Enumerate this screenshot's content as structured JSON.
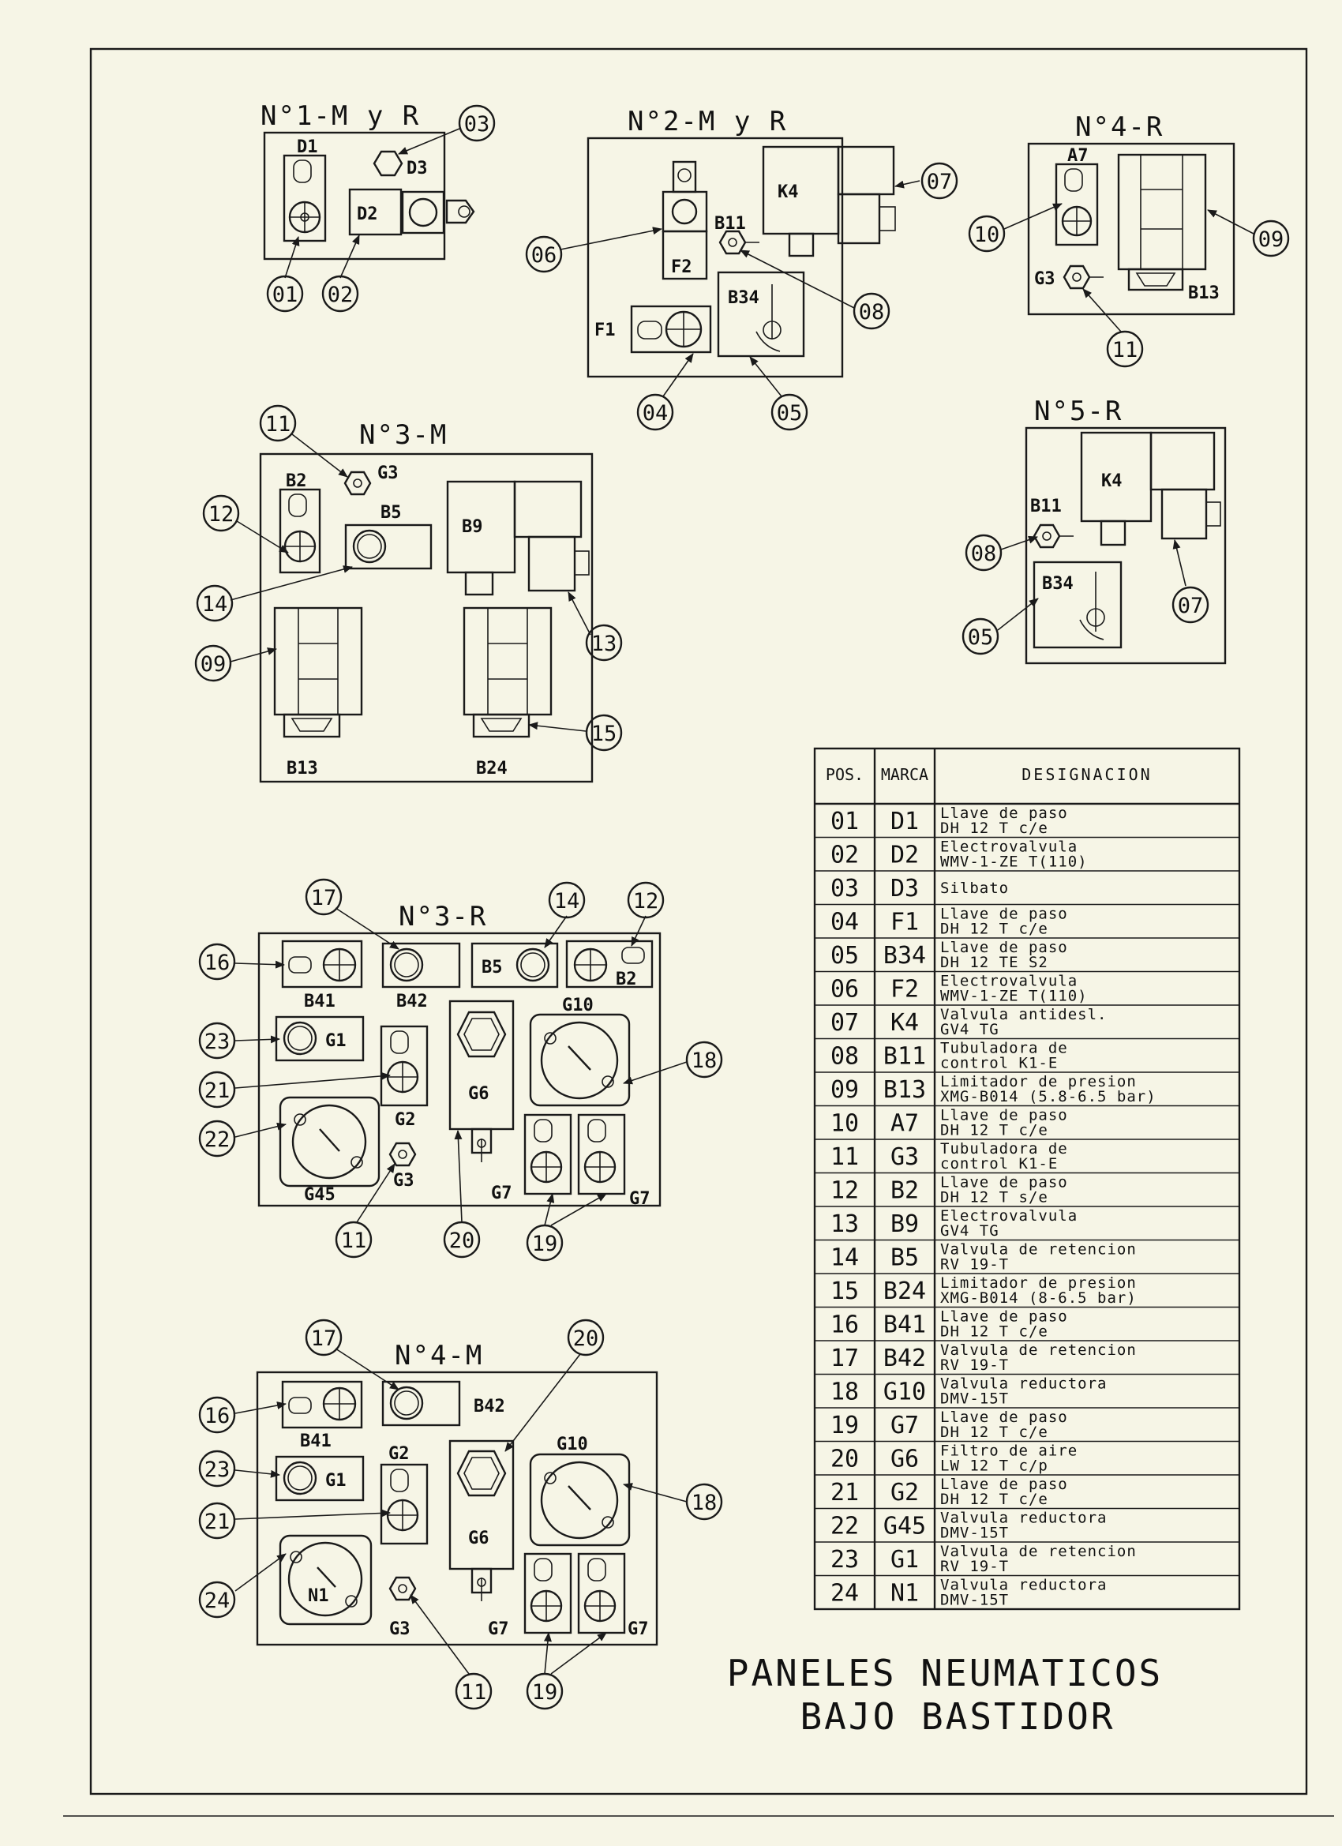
{
  "panels": {
    "p1": {
      "title": "N°1-M y R",
      "labels": {
        "d1": "D1",
        "d2": "D2",
        "d3": "D3"
      },
      "callouts": {
        "c03": "03",
        "c01": "01",
        "c02": "02"
      }
    },
    "p2": {
      "title": "N°2-M y R",
      "labels": {
        "k4": "K4",
        "f2": "F2",
        "b11": "B11",
        "b34": "B34",
        "f1": "F1"
      },
      "callouts": {
        "c07": "07",
        "c06": "06",
        "c08": "08",
        "c04": "04",
        "c05": "05"
      }
    },
    "p4r": {
      "title": "N°4-R",
      "labels": {
        "a7": "A7",
        "g3": "G3",
        "b13": "B13"
      },
      "callouts": {
        "c10": "10",
        "c09": "09",
        "c11": "11"
      }
    },
    "p3m": {
      "title": "N°3-M",
      "labels": {
        "g3": "G3",
        "b2": "B2",
        "b5": "B5",
        "b9": "B9",
        "b13": "B13",
        "b24": "B24"
      },
      "callouts": {
        "c11": "11",
        "c12": "12",
        "c14": "14",
        "c09": "09",
        "c13": "13",
        "c15": "15"
      }
    },
    "p5r": {
      "title": "N°5-R",
      "labels": {
        "k4": "K4",
        "b11": "B11",
        "b34": "B34"
      },
      "callouts": {
        "c08": "08",
        "c05": "05",
        "c07": "07"
      }
    },
    "p3r": {
      "title": "N°3-R",
      "labels": {
        "b41": "B41",
        "b42": "B42",
        "b5": "B5",
        "b2": "B2",
        "g1": "G1",
        "g10": "G10",
        "g6": "G6",
        "g2": "G2",
        "g3": "G3",
        "g45": "G45",
        "g7a": "G7",
        "g7b": "G7"
      },
      "callouts": {
        "c17": "17",
        "c14": "14",
        "c12": "12",
        "c16": "16",
        "c23": "23",
        "c18": "18",
        "c21": "21",
        "c22": "22",
        "c11": "11",
        "c20": "20",
        "c19": "19"
      }
    },
    "p4m": {
      "title": "N°4-M",
      "labels": {
        "b41": "B41",
        "b42": "B42",
        "g10": "G10",
        "g1": "G1",
        "g2": "G2",
        "g6": "G6",
        "n1": "N1",
        "g3": "G3",
        "g7a": "G7",
        "g7b": "G7"
      },
      "callouts": {
        "c17": "17",
        "c20": "20",
        "c16": "16",
        "c23": "23",
        "c18": "18",
        "c21": "21",
        "c24": "24",
        "c11": "11",
        "c19": "19"
      }
    }
  },
  "table": {
    "headers": {
      "pos": "POS.",
      "marca": "MARCA",
      "designacion": "DESIGNACION"
    },
    "rows": [
      {
        "pos": "01",
        "marca": "D1",
        "line1": "Llave de paso",
        "line2": "DH 12 T c/e"
      },
      {
        "pos": "02",
        "marca": "D2",
        "line1": "Electrovalvula",
        "line2": "WMV-1-ZE T(110)"
      },
      {
        "pos": "03",
        "marca": "D3",
        "line1": "Silbato",
        "line2": ""
      },
      {
        "pos": "04",
        "marca": "F1",
        "line1": "Llave de paso",
        "line2": "DH 12 T c/e"
      },
      {
        "pos": "05",
        "marca": "B34",
        "line1": "Llave de paso",
        "line2": "DH 12 TE S2"
      },
      {
        "pos": "06",
        "marca": "F2",
        "line1": "Electrovalvula",
        "line2": "WMV-1-ZE T(110)"
      },
      {
        "pos": "07",
        "marca": "K4",
        "line1": "Valvula antidesl.",
        "line2": "GV4 TG"
      },
      {
        "pos": "08",
        "marca": "B11",
        "line1": "Tubuladora de",
        "line2": "control K1-E"
      },
      {
        "pos": "09",
        "marca": "B13",
        "line1": "Limitador de presion",
        "line2": "XMG-B014 (5.8-6.5 bar)"
      },
      {
        "pos": "10",
        "marca": "A7",
        "line1": "Llave de paso",
        "line2": "DH 12 T c/e"
      },
      {
        "pos": "11",
        "marca": "G3",
        "line1": "Tubuladora de",
        "line2": "control K1-E"
      },
      {
        "pos": "12",
        "marca": "B2",
        "line1": "Llave de paso",
        "line2": "DH 12 T s/e"
      },
      {
        "pos": "13",
        "marca": "B9",
        "line1": "Electrovalvula",
        "line2": "GV4 TG"
      },
      {
        "pos": "14",
        "marca": "B5",
        "line1": "Valvula de retencion",
        "line2": "RV 19-T"
      },
      {
        "pos": "15",
        "marca": "B24",
        "line1": "Limitador de presion",
        "line2": "XMG-B014 (8-6.5 bar)"
      },
      {
        "pos": "16",
        "marca": "B41",
        "line1": "Llave de paso",
        "line2": "DH 12 T c/e"
      },
      {
        "pos": "17",
        "marca": "B42",
        "line1": "Valvula de retencion",
        "line2": "RV 19-T"
      },
      {
        "pos": "18",
        "marca": "G10",
        "line1": "Valvula reductora",
        "line2": "DMV-15T"
      },
      {
        "pos": "19",
        "marca": "G7",
        "line1": "Llave de paso",
        "line2": "DH 12 T c/e"
      },
      {
        "pos": "20",
        "marca": "G6",
        "line1": "Filtro de aire",
        "line2": "LW 12 T c/p"
      },
      {
        "pos": "21",
        "marca": "G2",
        "line1": "Llave de paso",
        "line2": "DH 12 T c/e"
      },
      {
        "pos": "22",
        "marca": "G45",
        "line1": "Valvula reductora",
        "line2": "DMV-15T"
      },
      {
        "pos": "23",
        "marca": "G1",
        "line1": "Valvula de retencion",
        "line2": "RV 19-T"
      },
      {
        "pos": "24",
        "marca": "N1",
        "line1": "Valvula reductora",
        "line2": "DMV-15T"
      }
    ]
  },
  "footer": {
    "title_line1": "PANELES NEUMATICOS",
    "title_line2": "BAJO BASTIDOR"
  }
}
